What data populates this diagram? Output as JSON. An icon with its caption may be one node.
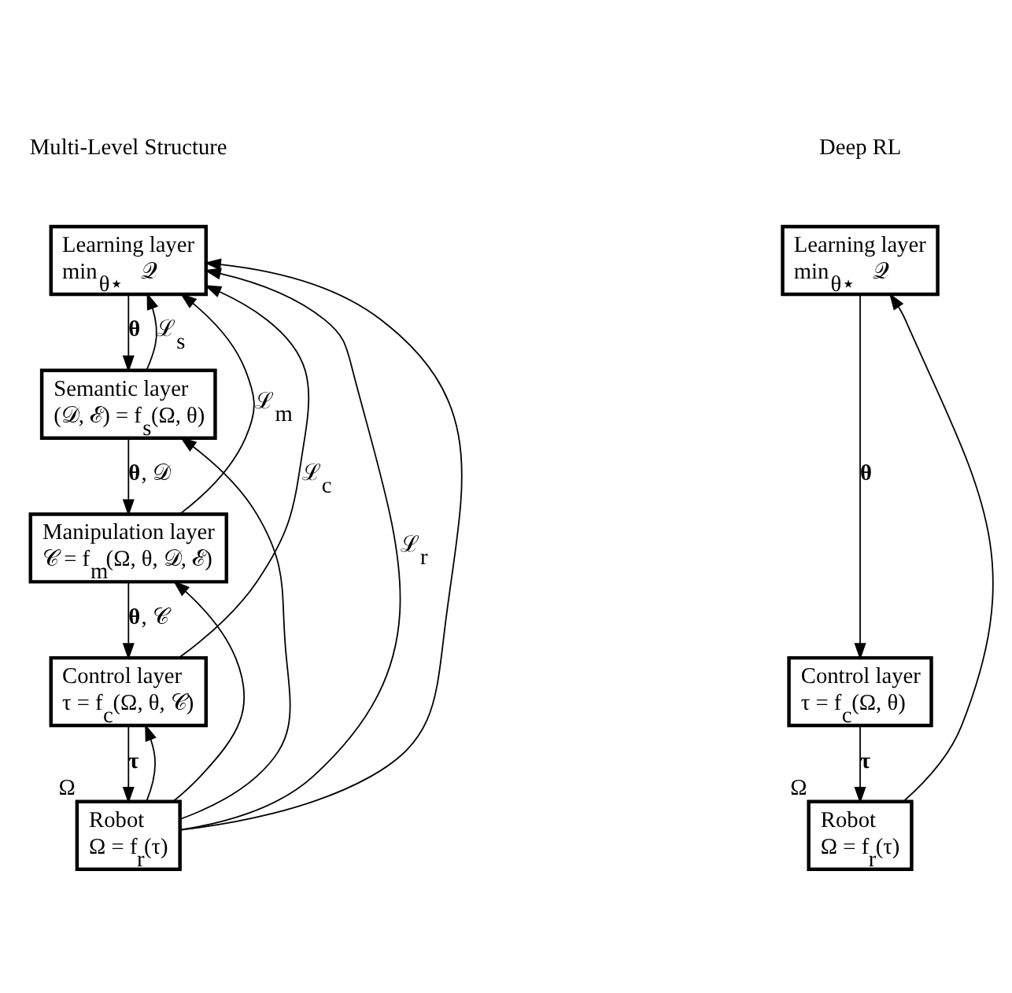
{
  "diagram": {
    "nodes": [
      {
        "text": [
          "Learning layer",
          "min$_{θ⋆}$ 𝒬"
        ]
      },
      {
        "text": [
          "Semantic layer",
          "(𝒟, ℰ) = f$_{s}$(Ω, θ)"
        ]
      },
      {
        "text": [
          "Manipulation layer",
          "𝒞 = f$_{m}$(Ω, θ, 𝒟, ℰ)"
        ]
      },
      {
        "text": [
          "Control layer",
          "τ = f$_{c}$(Ω, θ, 𝒞)"
        ]
      },
      {
        "text": [
          "Robot",
          "Ω = f$_{r}$(τ)"
        ],
        "beside": [
          "Ω"
        ]
      },
      {
        "text": [
          "Learning layer",
          "min$_{θ⋆}$ 𝒬"
        ]
      },
      {
        "text": [
          "Control layer",
          "τ = f$_{c}$(Ω, θ)"
        ]
      },
      {
        "text": [
          "Robot",
          "Ω = f$_{r}$(τ)"
        ],
        "beside": [
          "Ω"
        ]
      }
    ],
    "edges": [
      {
        "from": 0,
        "to": 1,
        "arrow": "to",
        "label": "**θ**"
      },
      {
        "from": 1,
        "to": 2,
        "arrow": "to",
        "label": "**θ**, 𝒟"
      },
      {
        "from": 2,
        "to": 3,
        "arrow": "to",
        "label": "**θ**, 𝒞"
      },
      {
        "from": 3,
        "to": 4,
        "arrow": "to",
        "label": "**τ**"
      },
      {
        "from": 1,
        "to": 0,
        "arrow": "to",
        "label": "ℒ$_{s}$"
      },
      {
        "from": 2,
        "to": 0,
        "arrow": "to",
        "label": "ℒ$_{m}$"
      },
      {
        "from": 3,
        "to": 0,
        "arrow": "to",
        "label": "ℒ$_{c}$"
      },
      {
        "from": 4,
        "to": 0,
        "arrow": "to",
        "label": "ℒ$_{r}$"
      },
      {
        "from": 4,
        "to": 0,
        "arrow": "to"
      },
      {
        "from": 4,
        "to": 1,
        "arrow": "to"
      },
      {
        "from": 4,
        "to": 2,
        "arrow": "to"
      },
      {
        "from": 4,
        "to": 3,
        "arrow": "to"
      },
      {
        "from": 5,
        "to": 6,
        "arrow": "to",
        "label": "**θ**"
      },
      {
        "from": 6,
        "to": 7,
        "arrow": "to",
        "label": "**τ**"
      },
      {
        "from": 7,
        "to": 5,
        "arrow": "to"
      }
    ],
    "labels": [
      "Multi-Level Structure",
      "Deep RL"
    ]
  }
}
